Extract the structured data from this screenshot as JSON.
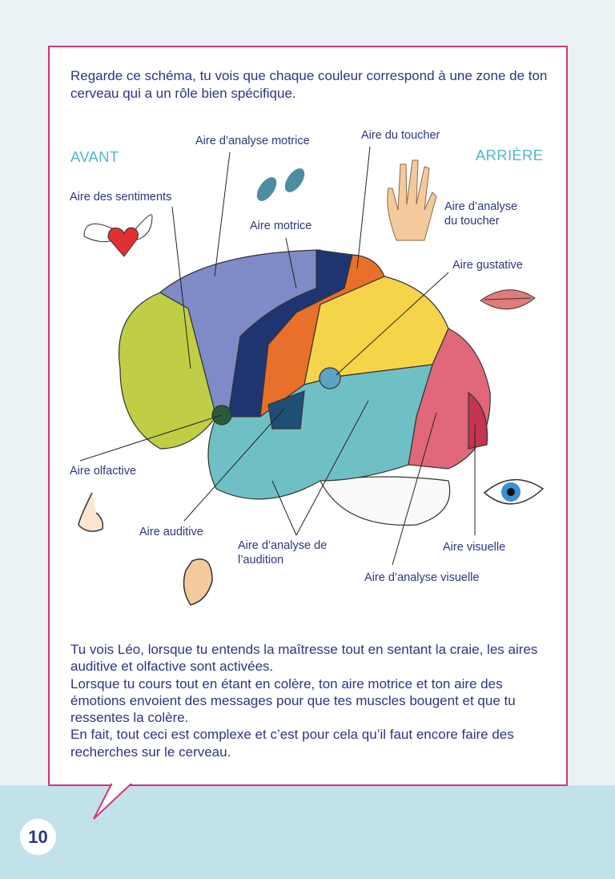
{
  "intro": "Regarde ce schéma, tu vois que chaque couleur correspond à une zone de ton cerveau qui a un rôle bien spécifique.",
  "directions": {
    "front": "AVANT",
    "back": "ARRIÈRE"
  },
  "labels": {
    "motor_analysis": "Aire d’analyse motrice",
    "touch": "Aire du toucher",
    "feelings": "Aire des sentiments",
    "motor": "Aire motrice",
    "touch_analysis_1": "Aire d’analyse",
    "touch_analysis_2": "du toucher",
    "taste": "Aire gustative",
    "smell": "Aire olfactive",
    "hearing": "Aire auditive",
    "hearing_analysis_1": "Aire d’analyse de",
    "hearing_analysis_2": "l’audition",
    "visual": "Aire visuelle",
    "visual_analysis": "Aire d’analyse visuelle"
  },
  "outro": [
    "Tu vois Léo, lorsque tu entends la maîtresse tout en sentant la craie, les aires auditive et olfactive sont activées.",
    "Lorsque tu cours tout en étant en colère, ton aire motrice et ton aire des émotions envoient des messages pour que tes muscles bougent et que tu ressentes la colère.",
    "En fait, tout ceci est complexe et c’est pour cela qu’il faut encore faire des recherches sur le cerveau."
  ],
  "page_number": "10",
  "colors": {
    "text": "#2e3580",
    "border": "#d6337a",
    "accent": "#4fb8c9",
    "band": "#c2e2ea"
  }
}
